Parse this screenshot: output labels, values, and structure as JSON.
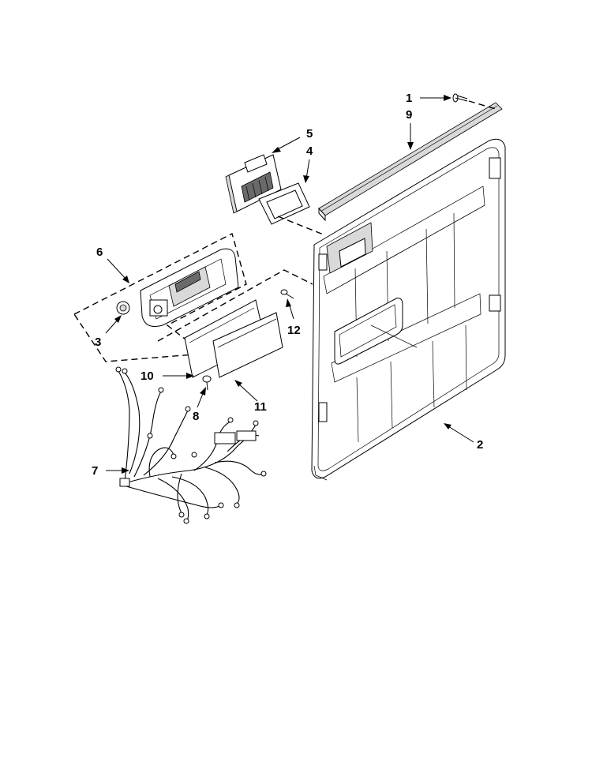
{
  "diagram": {
    "callouts": [
      "1",
      "9",
      "5",
      "4",
      "6",
      "3",
      "12",
      "10",
      "8",
      "11",
      "7",
      "2"
    ]
  },
  "colors": {
    "line": "#000000",
    "background": "#ffffff",
    "shade": "#d9d9d9"
  }
}
